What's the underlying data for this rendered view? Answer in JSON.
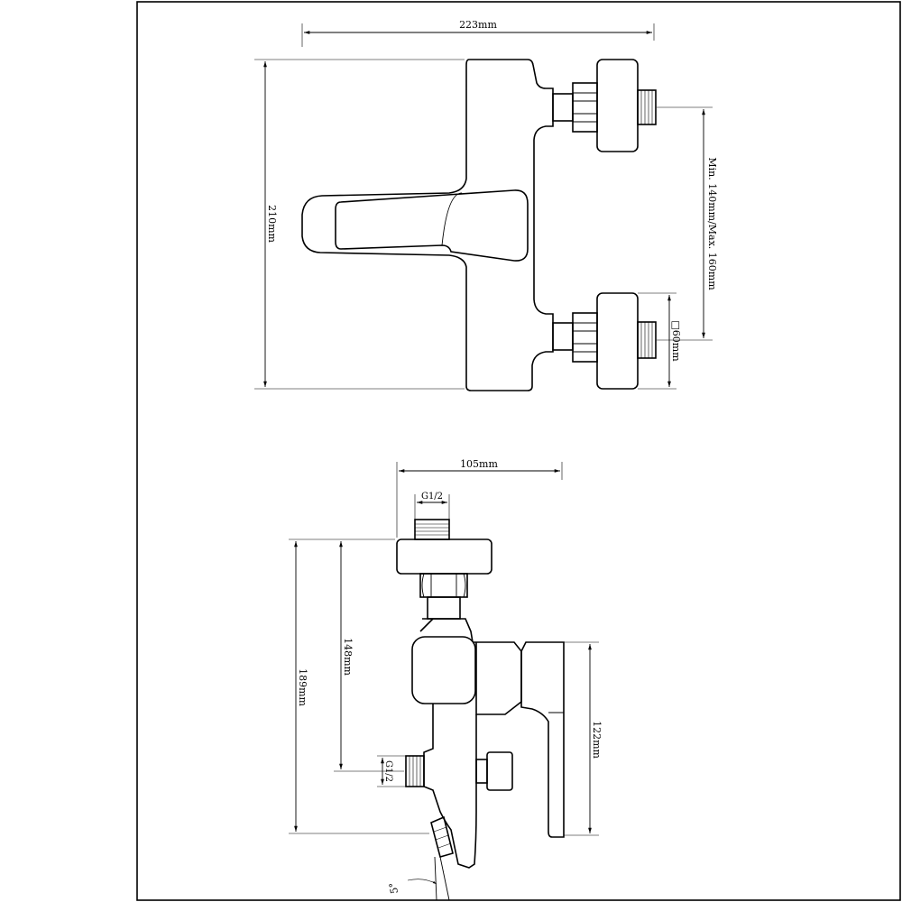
{
  "dimensions": {
    "top_width": "223mm",
    "top_height": "210mm",
    "centers": "Min. 140mm/Max. 160mm",
    "flange": "□60mm",
    "side_depth": "105mm",
    "side_thread_top": "G1/2",
    "side_thread_mid": "G1/2",
    "side_h1": "148mm",
    "side_h2": "189mm",
    "side_h3": "122mm",
    "angle": "5°"
  }
}
